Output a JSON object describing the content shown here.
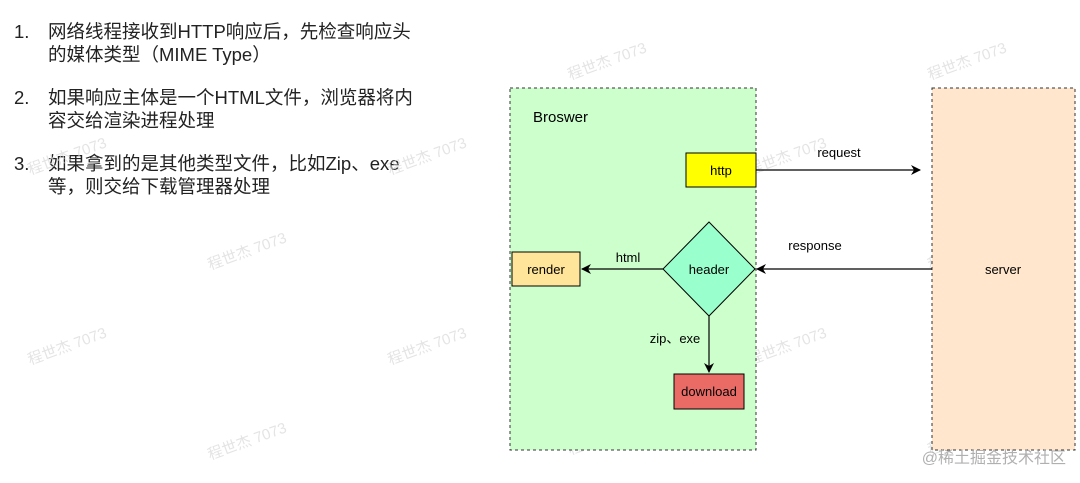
{
  "notes": [
    {
      "num": "1.",
      "text": "网络线程接收到HTTP响应后，先检查响应头的媒体类型（MIME Type）"
    },
    {
      "num": "2.",
      "text": "如果响应主体是一个HTML文件，浏览器将内容交给渲染进程处理"
    },
    {
      "num": "3.",
      "text": "如果拿到的是其他类型文件，比如Zip、exe等，则交给下载管理器处理"
    }
  ],
  "diagram": {
    "browser_label": "Broswer",
    "server_label": "server",
    "http_label": "http",
    "header_label": "header",
    "render_label": "render",
    "download_label": "download",
    "edge_request": "request",
    "edge_response": "response",
    "edge_html": "html",
    "edge_zip": "zip、exe",
    "colors": {
      "browser_fill": "#ccffcc",
      "browser_border": "#82b366",
      "server_fill": "#ffe6cc",
      "server_border": "#d79b00",
      "http_fill": "#ffff00",
      "header_fill": "#99ffcc",
      "render_fill": "#ffe599",
      "download_fill": "#ea6b66"
    }
  },
  "watermark": "程世杰 7073",
  "footer": "@稀土掘金技术社区"
}
